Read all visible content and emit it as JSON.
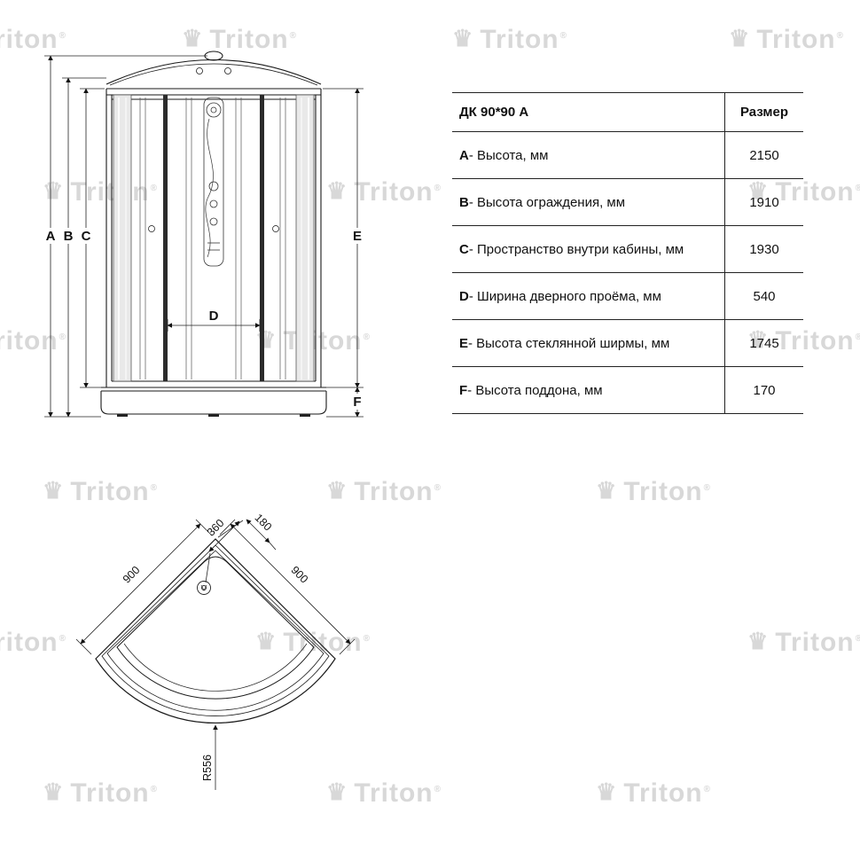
{
  "watermark": {
    "text": "Triton",
    "reg": "®"
  },
  "table": {
    "title": "ДК  90*90 А",
    "size_header": "Размер",
    "rows": [
      {
        "letter": "A",
        "label": " - Высота, мм",
        "value": "2150"
      },
      {
        "letter": "B",
        "label": " - Высота ограждения, мм",
        "value": "1910"
      },
      {
        "letter": "C",
        "label": " - Пространство внутри кабины, мм",
        "value": "1930"
      },
      {
        "letter": "D",
        "label": " - Ширина дверного проёма, мм",
        "value": "540"
      },
      {
        "letter": "E",
        "label": " - Высота стеклянной ширмы, мм",
        "value": "1745"
      },
      {
        "letter": "F",
        "label": " - Высота поддона, мм",
        "value": "170"
      }
    ]
  },
  "front_view": {
    "labels": {
      "a": "A",
      "b": "B",
      "c": "C",
      "d": "D",
      "e": "E",
      "f": "F"
    }
  },
  "top_view": {
    "labels": {
      "left_side": "900",
      "right_side": "900",
      "offset_360": "360",
      "offset_180": "180",
      "radius": "R556"
    }
  }
}
